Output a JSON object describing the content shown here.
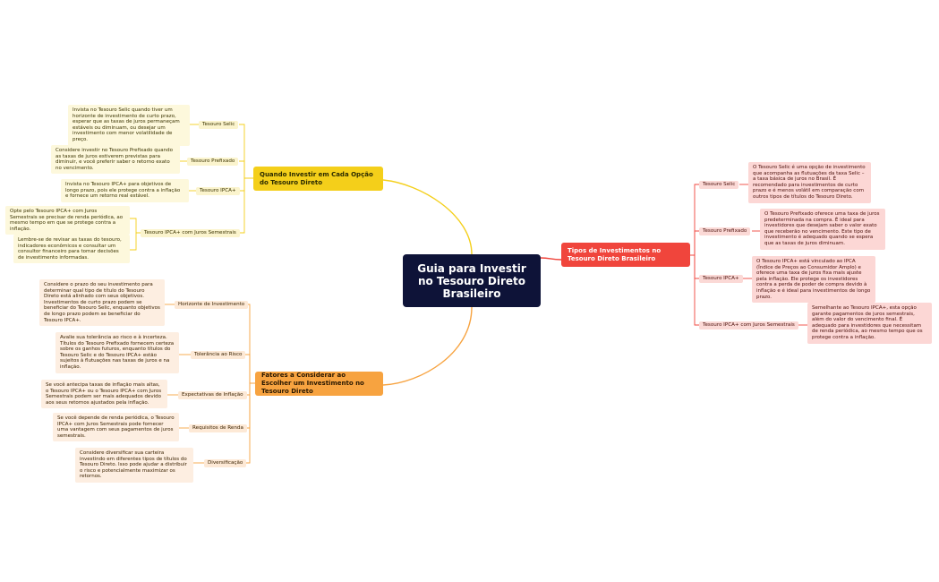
{
  "root": {
    "label": "Guia para Investir no Tesouro Direto Brasileiro"
  },
  "branches": {
    "quando": {
      "label": "Quando Investir em Cada Opção do Tesouro Direto",
      "color": "#f4cf1a",
      "items": [
        {
          "label": "Tesouro Selic",
          "note": "Invista no Tesouro Selic quando tiver um horizonte de investimento de curto prazo, esperar que as taxas de juros permaneçam estáveis ou diminuam, ou desejar um investimento com menor volatilidade de preço."
        },
        {
          "label": "Tesouro Prefixado",
          "note": "Considere investir no Tesouro Prefixado quando as taxas de juros estiverem previstas para diminuir, e você preferir saber o retorno exato no vencimento."
        },
        {
          "label": "Tesouro IPCA+",
          "note": "Invista no Tesouro IPCA+ para objetivos de longo prazo, pois ele protege contra a inflação e fornece um retorno real estável."
        },
        {
          "label": "Tesouro IPCA+ com Juros Semestrais",
          "notes": [
            "Opte pelo Tesouro IPCA+ com Juros Semestrais se precisar de renda periódica, ao mesmo tempo em que se protege contra a inflação.",
            "Lembre-se de revisar as taxas do tesouro, indicadores econômicos e consultar um consultor financeiro para tomar decisões de investimento informadas."
          ]
        }
      ]
    },
    "fatores": {
      "label": "Fatores a Considerar ao Escolher um Investimento no Tesouro Direto",
      "color": "#f7a340",
      "items": [
        {
          "label": "Horizonte de Investimento",
          "note": "Considere o prazo do seu investimento para determinar qual tipo de título do Tesouro Direto está alinhado com seus objetivos. Investimentos de curto prazo podem se beneficiar do Tesouro Selic, enquanto objetivos de longo prazo podem se beneficiar do Tesouro IPCA+."
        },
        {
          "label": "Tolerância ao Risco",
          "note": "Avalie sua tolerância ao risco e à incerteza. Títulos do Tesouro Prefixado fornecem certeza sobre os ganhos futuros, enquanto títulos do Tesouro Selic e do Tesouro IPCA+ estão sujeitos à flutuações nas taxas de juros e na inflação."
        },
        {
          "label": "Expectativas de Inflação",
          "note": "Se você antecipa taxas de inflação mais altas, o Tesouro IPCA+ ou o Tesouro IPCA+ com Juros Semestrais podem ser mais adequados devido aos seus retornos ajustados pela inflação."
        },
        {
          "label": "Requisitos de Renda",
          "note": "Se você depende de renda periódica, o Tesouro IPCA+ com Juros Semestrais pode fornecer uma vantagem com seus pagamentos de juros semestrais."
        },
        {
          "label": "Diversificação",
          "note": "Considere diversificar sua carteira investindo em diferentes tipos de títulos do Tesouro Direto. Isso pode ajudar a distribuir o risco e potencialmente maximizar os retornos."
        }
      ]
    },
    "tipos": {
      "label": "Tipos de Investimentos no Tesouro Direto Brasileiro",
      "color": "#f0453c",
      "items": [
        {
          "label": "Tesouro Selic",
          "note": "O Tesouro Selic é uma opção de investimento que acompanha as flutuações da taxa Selic – a taxa básica de juros no Brasil. É recomendado para investimentos de curto prazo e é menos volátil em comparação com outros tipos de títulos do Tesouro Direto."
        },
        {
          "label": "Tesouro Prefixado",
          "note": "O Tesouro Prefixado oferece uma taxa de juros predeterminada na compra. É ideal para investidores que desejam saber o valor exato que receberão no vencimento. Este tipo de investimento é adequado quando se espera que as taxas de juros diminuam."
        },
        {
          "label": "Tesouro IPCA+",
          "note": "O Tesouro IPCA+ está vinculado ao IPCA (Índice de Preços ao Consumidor Amplo) e oferece uma taxa de juros fixa mais ajuste pela inflação. Ele protege os investidores contra a perda de poder de compra devido à inflação e é ideal para investimentos de longo prazo."
        },
        {
          "label": "Tesouro IPCA+ com Juros Semestrais",
          "note": "Semelhante ao Tesouro IPCA+, esta opção garante pagamentos de juros semestrais, além do valor do vencimento final. É adequado para investidores que necessitam de renda periódica, ao mesmo tempo que os protege contra a inflação."
        }
      ]
    }
  }
}
